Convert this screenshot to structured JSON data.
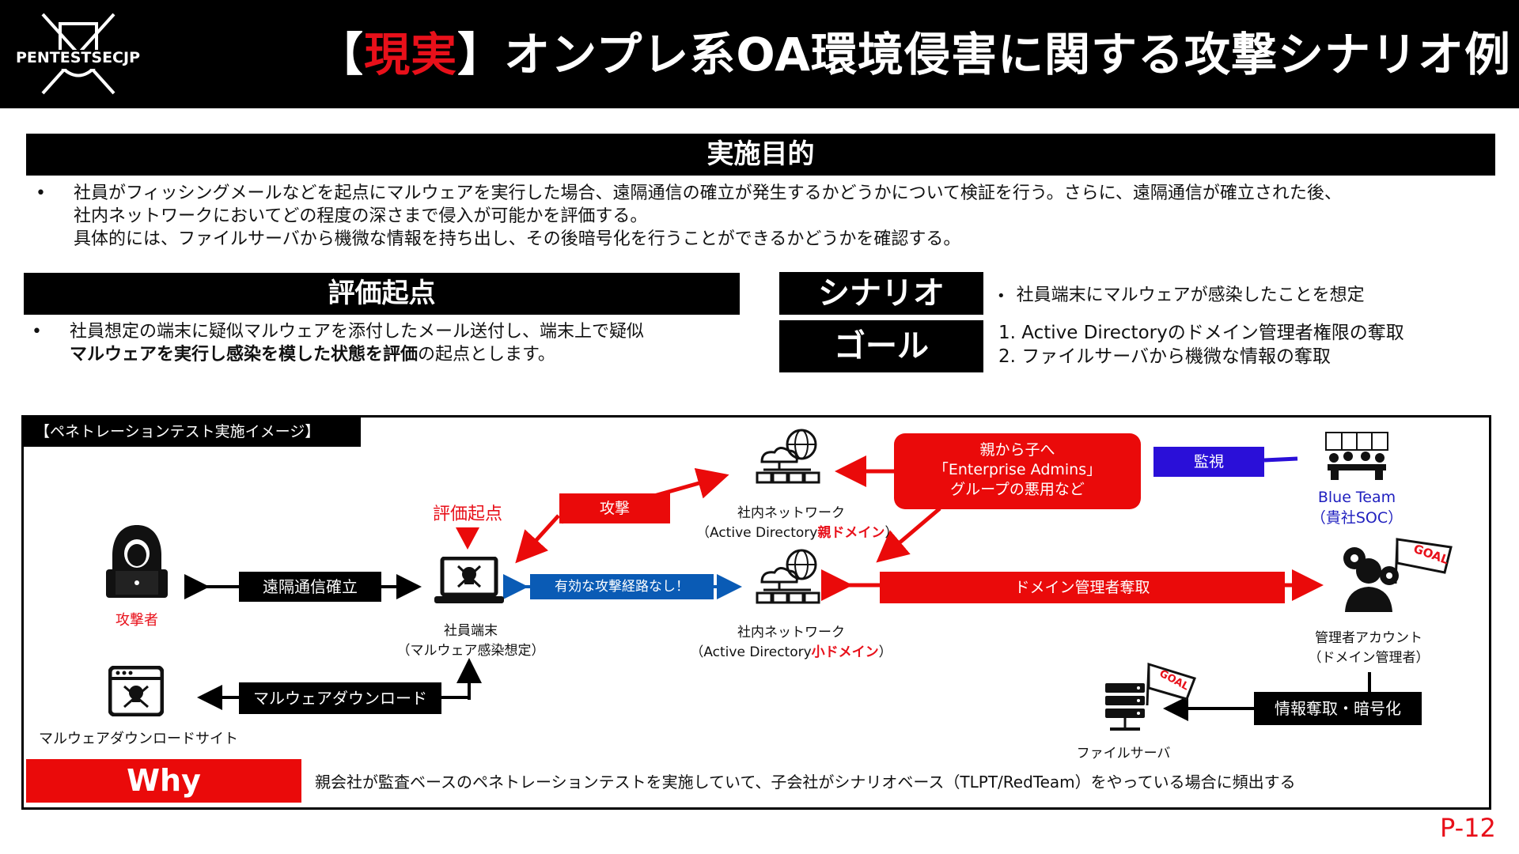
{
  "header": {
    "logo_text": "PENTESTSECJP",
    "title_bracket_open": "【",
    "title_highlight": "現実",
    "title_bracket_close": "】",
    "title_rest": "オンプレ系OA環境侵害に関する攻撃シナリオ例"
  },
  "purpose": {
    "heading": "実施目的",
    "bullet": "•",
    "lines": [
      "社員がフィッシングメールなどを起点にマルウェアを実行した場合、遠隔通信の確立が発生するかどうかについて検証を行う。さらに、遠隔通信が確立された後、",
      "社内ネットワークにおいてどの程度の深さまで侵入が可能かを評価する。",
      "具体的には、ファイルサーバから機微な情報を持ち出し、その後暗号化を行うことができるかどうかを確認する。"
    ]
  },
  "evaluation": {
    "heading": "評価起点",
    "bullet": "•",
    "line1": "社員想定の端末に疑似マルウェアを添付したメール送付し、端末上で疑似",
    "line2_bold": "マルウェアを実行し感染を模した状態を評価",
    "line2_rest": "の起点とします。"
  },
  "scenario": {
    "heading": "シナリオ",
    "bullet": "•",
    "text": "社員端末にマルウェアが感染したことを想定"
  },
  "goal": {
    "heading": "ゴール",
    "items": [
      "1.  Active Directoryのドメイン管理者権限の奪取",
      "2.  ファイルサーバから機微な情報の奪取"
    ]
  },
  "diagram": {
    "tab_label": "【ペネトレーションテスト実施イメージ】",
    "attacker_label": "攻撃者",
    "remote_comm_label": "遠隔通信確立",
    "eval_start_label": "評価起点",
    "endpoint_label_1": "社員端末",
    "endpoint_label_2": "（マルウェア感染想定）",
    "attack_label": "攻撃",
    "no_path_label": "有効な攻撃経路なし！",
    "parent_net_label_1": "社内ネットワーク",
    "parent_net_label_2_pre": "（Active Directory",
    "parent_net_label_2_red": "親ドメイン",
    "parent_net_label_2_post": "）",
    "child_net_label_1": "社内ネットワーク",
    "child_net_label_2_pre": "（Active Directory",
    "child_net_label_2_red": "小ドメイン",
    "child_net_label_2_post": "）",
    "callout_lines": [
      "親から子へ",
      "「Enterprise Admins」",
      "グループの悪用など"
    ],
    "monitor_label": "監視",
    "blue_team_1": "Blue Team",
    "blue_team_2": "（貴社SOC）",
    "domain_takeover_label": "ドメイン管理者奪取",
    "goal_flag": "GOAL",
    "admin_label_1": "管理者アカウント",
    "admin_label_2": "（ドメイン管理者）",
    "malware_dl_label": "マルウェアダウンロード",
    "malware_site_label": "マルウェアダウンロードサイト",
    "exfil_label": "情報奪取・暗号化",
    "file_server_label": "ファイルサーバ"
  },
  "why": {
    "heading": "Why",
    "text": "親会社が監査ベースのペネトレーションテストを実施していて、子会社がシナリオベース（TLPT/RedTeam）をやっている場合に頻出する"
  },
  "page_number": "P-12",
  "colors": {
    "accent_red": "#e8101a",
    "arrow_red": "#ea0a0a",
    "blue": "#0a5bb5",
    "monitor_purple": "#2a0fd8"
  }
}
